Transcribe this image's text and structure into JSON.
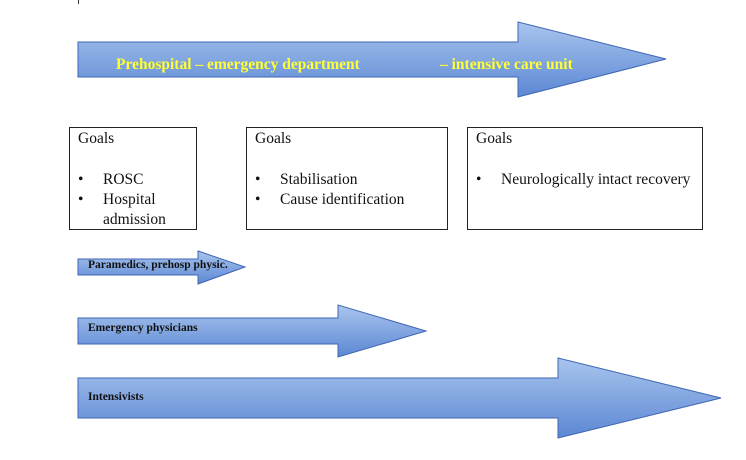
{
  "top_arrow": {
    "segments": [
      "Prehospital – emergency department",
      "–  intensive care unit"
    ]
  },
  "goal_boxes": [
    {
      "title": "Goals",
      "items": [
        "ROSC",
        "Hospital admission"
      ]
    },
    {
      "title": "Goals",
      "items": [
        "Stabilisation",
        "Cause identification"
      ]
    },
    {
      "title": "Goals",
      "items": [
        "Neurologically intact recovery"
      ]
    }
  ],
  "role_arrows": [
    {
      "label": "Paramedics, prehosp physic."
    },
    {
      "label": "Emergency physicians"
    },
    {
      "label": "Intensivists"
    }
  ],
  "colors": {
    "arrow_fill_light": "#a9c5ee",
    "arrow_fill_dark": "#5b87d3",
    "arrow_stroke": "#3e66b4",
    "top_label": "#ffff33"
  }
}
